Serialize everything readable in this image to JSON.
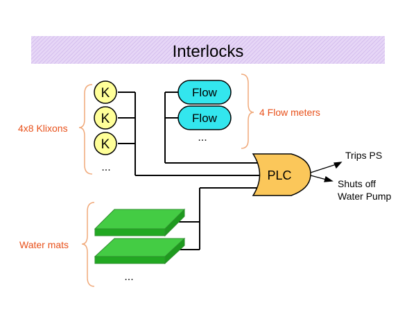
{
  "title": "Interlocks",
  "klixons": {
    "group_label": "4x8 Klixons",
    "items": [
      "K",
      "K",
      "K"
    ],
    "more": "..."
  },
  "flow_meters": {
    "group_label": "4 Flow meters",
    "items": [
      "Flow",
      "Flow"
    ],
    "more": "..."
  },
  "plc": {
    "label": "PLC"
  },
  "outputs": {
    "trips": "Trips PS",
    "pump_line1": "Shuts off",
    "pump_line2": "Water Pump"
  },
  "water_mats": {
    "group_label": "Water mats",
    "more": "..."
  },
  "colors": {
    "title_band": "#ddc8f0",
    "klixon_fill": "#ffff99",
    "flow_fill": "#33e6ee",
    "plc_fill": "#fbc75a",
    "mat_top": "#44cc44",
    "mat_side": "#22a822",
    "label_accent": "#e8501a",
    "brace": "#f0a878"
  }
}
